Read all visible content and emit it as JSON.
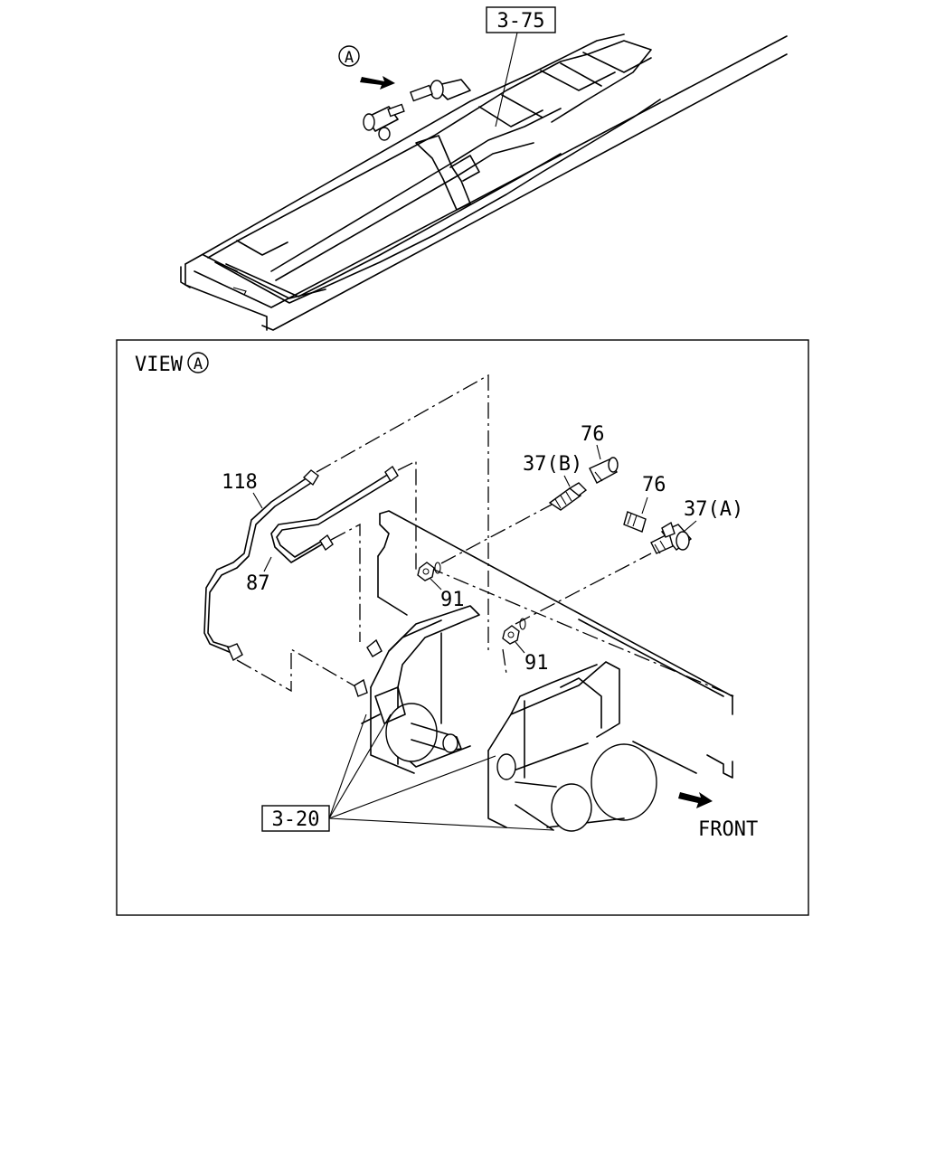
{
  "diagram": {
    "top_view": {
      "ref_box": "3-75",
      "view_marker": "A"
    },
    "detail_view": {
      "view_label": "VIEW",
      "view_marker": "A",
      "ref_box": "3-20",
      "direction_label": "FRONT"
    },
    "callouts": {
      "pipe_118": "118",
      "pipe_87": "87",
      "nut_91_upper": "91",
      "nut_91_lower": "91",
      "connector_37b": "37(B)",
      "connector_37a": "37(A)",
      "cap_76_upper": "76",
      "cap_76_lower": "76"
    }
  }
}
